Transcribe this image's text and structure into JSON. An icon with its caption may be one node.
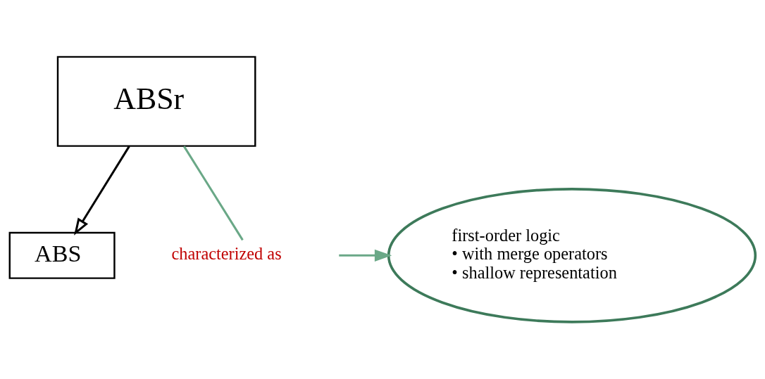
{
  "diagram": {
    "nodes": [
      {
        "text": [
          "ABS"
        ]
      },
      {
        "text": [
          "ABSr"
        ]
      },
      {
        "text": [
          "first-order logic",
          "• with merge operators",
          "• shallow representation"
        ]
      },
      {
        "text": [
          "characterized as"
        ]
      }
    ],
    "edges": [
      {
        "from": 1,
        "to": 0,
        "arrow": "to",
        "color": "#000000"
      },
      {
        "from": 1,
        "to": 3,
        "arrow": "none",
        "color": "#6aa887"
      },
      {
        "from": 3,
        "to": 2,
        "arrow": "to",
        "color": "#6aa887"
      }
    ]
  }
}
